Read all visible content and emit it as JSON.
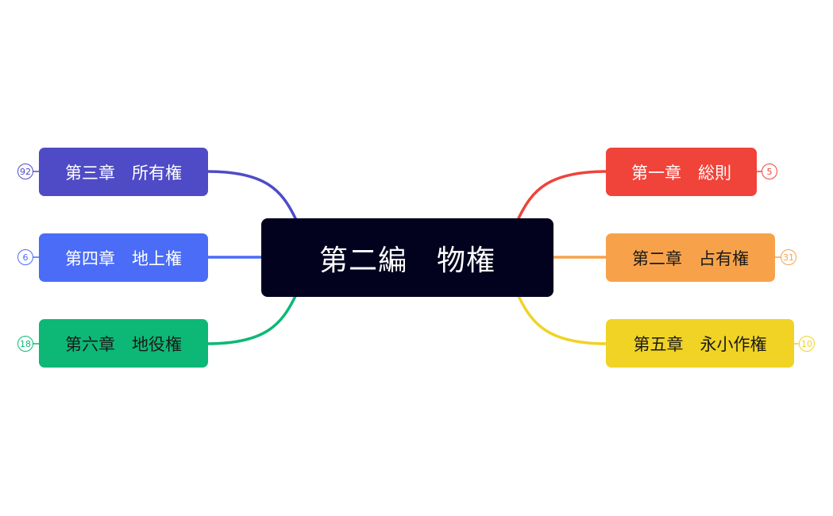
{
  "root": {
    "label": "第二編　物権",
    "color": "#02021f",
    "text_color": "#ffffff"
  },
  "branches": [
    {
      "id": "ch1",
      "label": "第一章　総則",
      "count": "5",
      "color": "#f0433a",
      "text_color": "#ffffff"
    },
    {
      "id": "ch2",
      "label": "第二章　占有権",
      "count": "31",
      "color": "#f7a24b",
      "text_color": "#1a1a1a"
    },
    {
      "id": "ch5",
      "label": "第五章　永小作権",
      "count": "10",
      "color": "#f0d324",
      "text_color": "#1a1a1a"
    },
    {
      "id": "ch3",
      "label": "第三章　所有権",
      "count": "92",
      "color": "#4f4bc7",
      "text_color": "#ffffff"
    },
    {
      "id": "ch4",
      "label": "第四章　地上権",
      "count": "6",
      "color": "#4a6cf7",
      "text_color": "#ffffff"
    },
    {
      "id": "ch6",
      "label": "第六章　地役権",
      "count": "18",
      "color": "#0db877",
      "text_color": "#1a1a1a"
    }
  ]
}
